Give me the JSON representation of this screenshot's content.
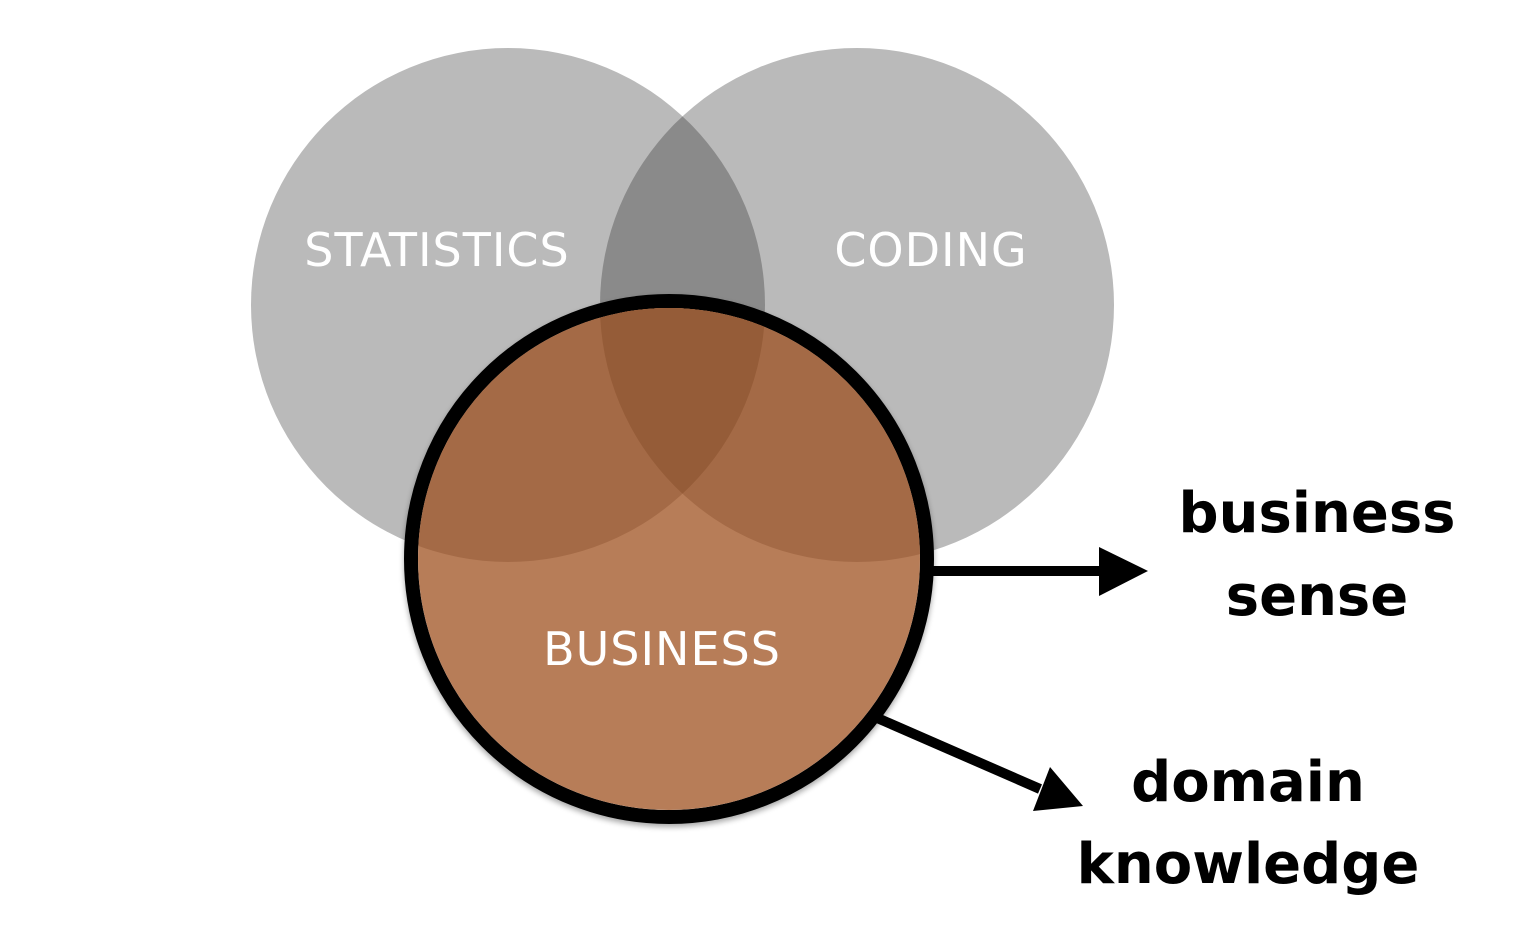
{
  "diagram": {
    "type": "venn",
    "circles": [
      {
        "id": "statistics",
        "label": "STATISTICS",
        "fill": "#bababa"
      },
      {
        "id": "coding",
        "label": "CODING",
        "fill": "#bababa"
      },
      {
        "id": "business",
        "label": "BUSINESS",
        "fill": "#b77d58",
        "highlighted": true,
        "stroke": "#000000"
      }
    ],
    "overlap_colors": {
      "statistics_coding": "#8a8a8a",
      "business_single_overlap": "#a46a46",
      "business_triple_overlap": "#955c38"
    },
    "annotations": [
      {
        "id": "business-sense",
        "lines": [
          "business",
          "sense"
        ],
        "points_from": "business"
      },
      {
        "id": "domain-knowledge",
        "lines": [
          "domain",
          "knowledge"
        ],
        "points_from": "business"
      }
    ]
  },
  "labels": {
    "statistics": "STATISTICS",
    "coding": "CODING",
    "business": "BUSINESS",
    "business_sense_line1": "business",
    "business_sense_line2": "sense",
    "domain_knowledge_line1": "domain",
    "domain_knowledge_line2": "knowledge"
  }
}
